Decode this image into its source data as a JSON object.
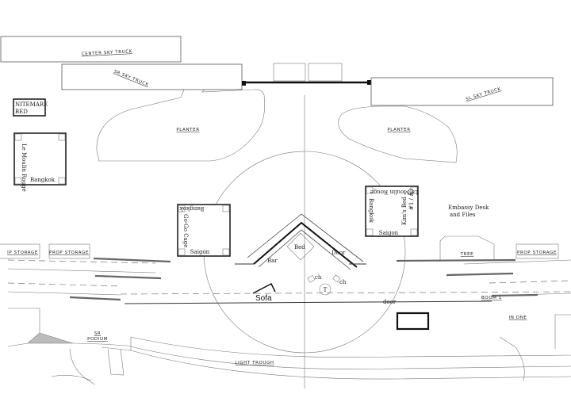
{
  "title": "Stage ground plan",
  "labels": {
    "center_sky_truck": "CENTER SKY TRUCK",
    "sr_sky_truck": "SR SKY TRUCK",
    "sl_sky_truck": "SL SKY TRUCK",
    "nitemare_bed_1": "NITEMARE",
    "nitemare_bed_2": "BED",
    "planter_left": "PLANTER",
    "planter_right": "PLANTER",
    "ip_storage": "IP STORAGE",
    "prop_storage_left": "PROP STORAGE",
    "prop_storage_right": "PROP STORAGE",
    "tree": "TREE",
    "embassy_1": "Embassy Desk",
    "embassy_2": "and Files",
    "booth": "BOOM 1",
    "door": "door",
    "in_one": "IN ONE",
    "light_trough": "LIGHT TROUGH",
    "sr_podium_1": "SR",
    "sr_podium_2": "PODIUM",
    "bar": "Bar",
    "bed": "Bed",
    "door_unit": "Door",
    "sofa": "Sofa",
    "chair_1": "ch",
    "chair_2": "ch",
    "table": "T"
  },
  "unit_left": {
    "side": "Le Moulin Rouge",
    "bottom": "Bangkok"
  },
  "unit_center": {
    "top": "Bangkok",
    "side": "Go-Go Cage",
    "bottom": "Saigon"
  },
  "unit_right": {
    "top": "Le Moulin Rouge",
    "side_left": "Bangkok",
    "side_right": "Kim's Bed",
    "side_right2": "#1 / #3",
    "bottom": "Saigon"
  }
}
